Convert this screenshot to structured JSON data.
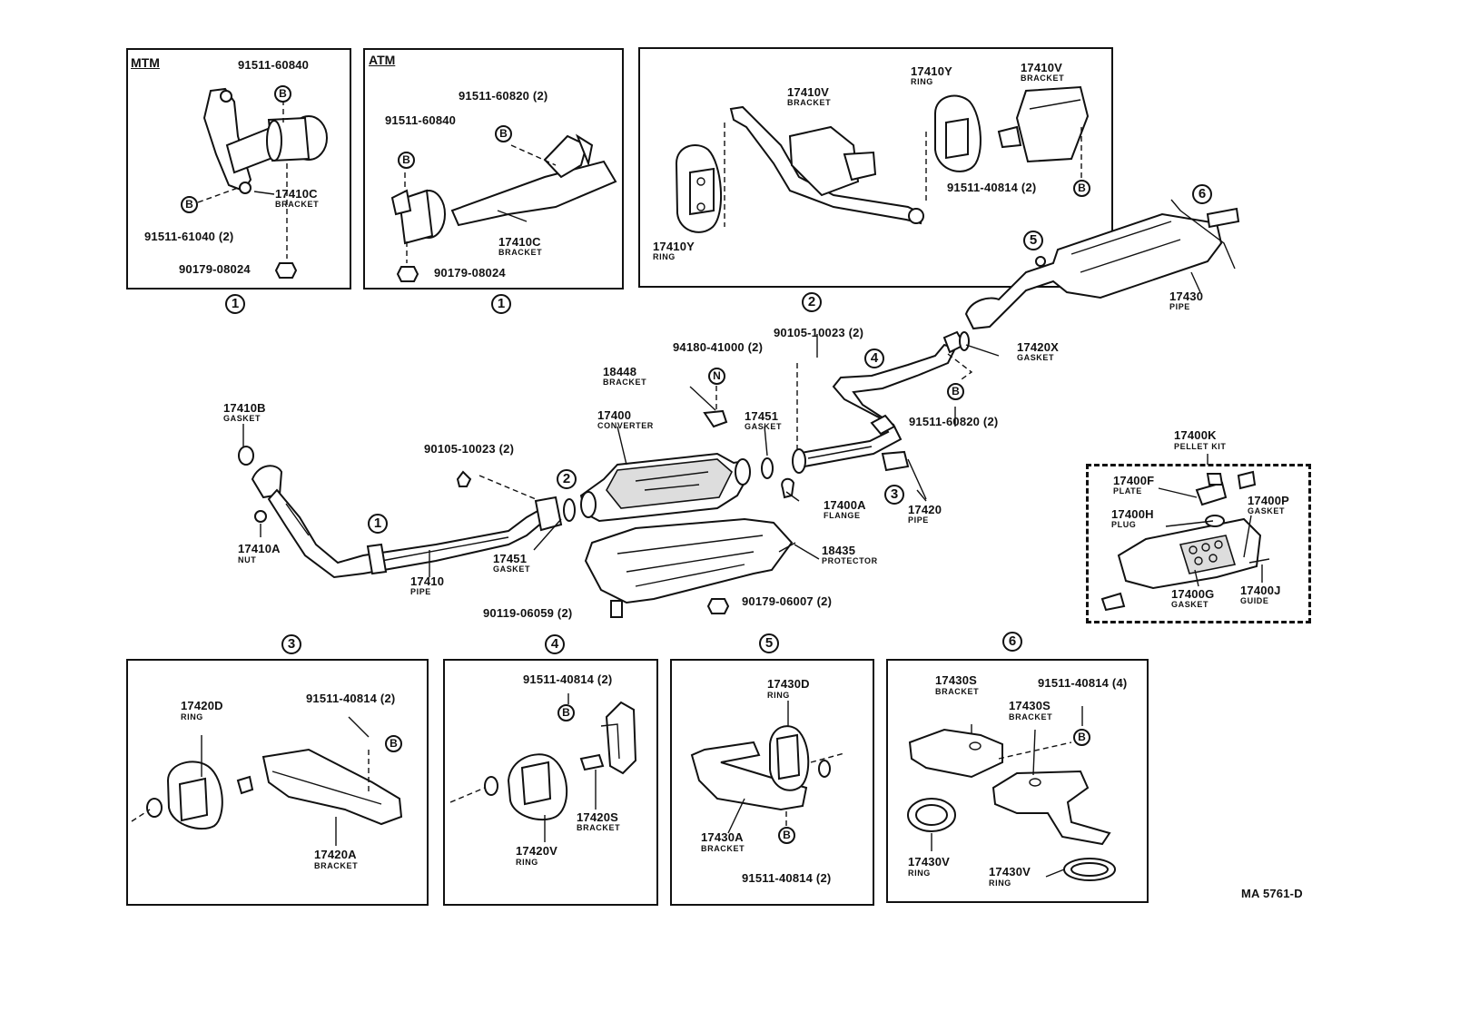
{
  "diagram_code": "MA 5761-D",
  "insets": {
    "mtm": {
      "title": "MTM",
      "index": "1"
    },
    "atm": {
      "title": "ATM",
      "index": "1"
    },
    "hanger": {
      "index": "2"
    },
    "detail3": {
      "index": "3"
    },
    "detail4": {
      "index": "4"
    },
    "detail5": {
      "index": "5"
    },
    "detail6": {
      "index": "6"
    },
    "pellet": {}
  },
  "bolt_marker": "B",
  "nut_marker": "N",
  "labels": {
    "mtm_91511_60840": "91511-60840",
    "mtm_17410c": "17410C",
    "mtm_17410c_sub": "BRACKET",
    "mtm_91511_61040": "91511-61040 (2)",
    "mtm_90179_08024": "90179-08024",
    "atm_91511_60820": "91511-60820 (2)",
    "atm_91511_60840": "91511-60840",
    "atm_17410c": "17410C",
    "atm_17410c_sub": "BRACKET",
    "atm_90179_08024": "90179-08024",
    "h_17410v_a": "17410V",
    "h_17410v_a_sub": "BRACKET",
    "h_17410y_a": "17410Y",
    "h_17410y_a_sub": "RING",
    "h_17410v_b": "17410V",
    "h_17410v_b_sub": "BRACKET",
    "h_17410y_b": "17410Y",
    "h_17410y_b_sub": "RING",
    "h_91511_40814": "91511-40814 (2)",
    "m_17410b": "17410B",
    "m_17410b_sub": "GASKET",
    "m_17410a": "17410A",
    "m_17410a_sub": "NUT",
    "m_17410": "17410",
    "m_17410_sub": "PIPE",
    "m_90105_10023_a": "90105-10023 (2)",
    "m_17451_a": "17451",
    "m_17451_a_sub": "GASKET",
    "m_17400": "17400",
    "m_17400_sub": "CONVERTER",
    "m_18448": "18448",
    "m_18448_sub": "BRACKET",
    "m_94180_41000": "94180-41000 (2)",
    "m_17451_b": "17451",
    "m_17451_b_sub": "GASKET",
    "m_90105_10023_b": "90105-10023 (2)",
    "m_18435": "18435",
    "m_18435_sub": "PROTECTOR",
    "m_90119_06059": "90119-06059 (2)",
    "m_90179_06007": "90179-06007 (2)",
    "m_17400a": "17400A",
    "m_17400a_sub": "FLANGE",
    "m_17420": "17420",
    "m_17420_sub": "PIPE",
    "m_91511_60820": "91511-60820 (2)",
    "m_17420x": "17420X",
    "m_17420x_sub": "GASKET",
    "m_17430": "17430",
    "m_17430_sub": "PIPE",
    "p_17400k": "17400K",
    "p_17400k_sub": "PELLET KIT",
    "p_17400f": "17400F",
    "p_17400f_sub": "PLATE",
    "p_17400h": "17400H",
    "p_17400h_sub": "PLUG",
    "p_17400p": "17400P",
    "p_17400p_sub": "GASKET",
    "p_17400g": "17400G",
    "p_17400g_sub": "GASKET",
    "p_17400j": "17400J",
    "p_17400j_sub": "GUIDE",
    "d3_17420d": "17420D",
    "d3_17420d_sub": "RING",
    "d3_91511_40814": "91511-40814 (2)",
    "d3_17420a": "17420A",
    "d3_17420a_sub": "BRACKET",
    "d4_91511_40814": "91511-40814 (2)",
    "d4_17420s": "17420S",
    "d4_17420s_sub": "BRACKET",
    "d4_17420v": "17420V",
    "d4_17420v_sub": "RING",
    "d5_17430d": "17430D",
    "d5_17430d_sub": "RING",
    "d5_17430a": "17430A",
    "d5_17430a_sub": "BRACKET",
    "d5_91511_40814": "91511-40814 (2)",
    "d6_17430s_a": "17430S",
    "d6_17430s_a_sub": "BRACKET",
    "d6_91511_40814": "91511-40814 (4)",
    "d6_17430s_b": "17430S",
    "d6_17430s_b_sub": "BRACKET",
    "d6_17430v_a": "17430V",
    "d6_17430v_a_sub": "RING",
    "d6_17430v_b": "17430V",
    "d6_17430v_b_sub": "RING"
  },
  "callouts": {
    "c1_pipe": "1",
    "c2_pipe": "2",
    "c3_pipe": "3",
    "c4_pipe": "4",
    "c5_pipe": "5",
    "c6_pipe": "6"
  }
}
